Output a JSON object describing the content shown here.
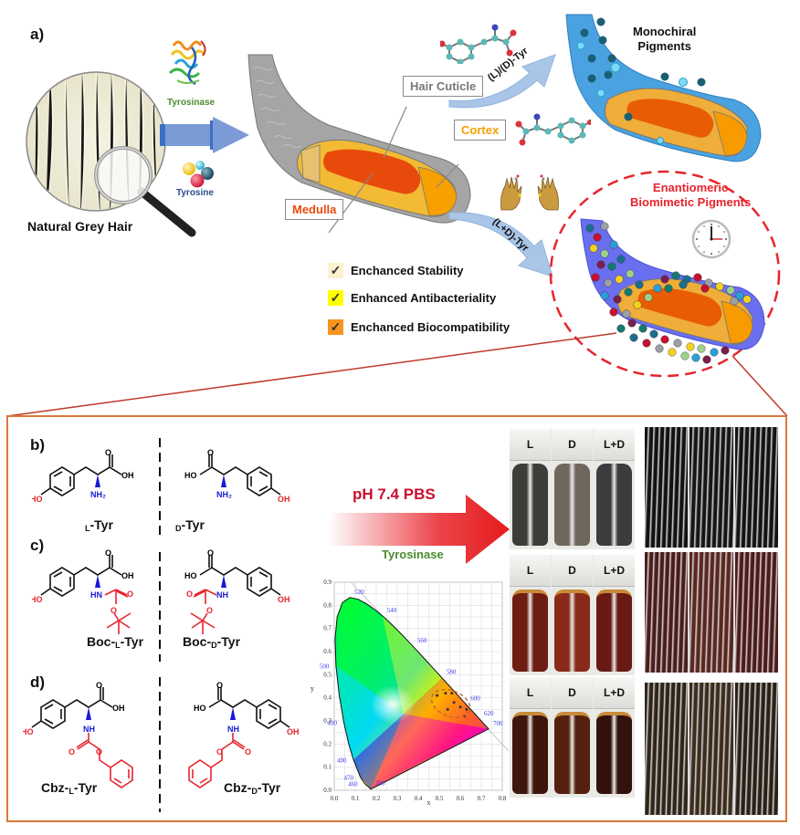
{
  "panels": {
    "a": {
      "label": "a)",
      "grey_hair_label": "Natural Grey Hair",
      "enzyme_label": "Tyrosinase",
      "substrate_label": "Tyrosine",
      "structure_labels": {
        "cuticle": "Hair Cuticle",
        "cortex": "Cortex",
        "medulla": "Medulla"
      },
      "pathway_mono": "(L)/(D)-Tyr",
      "pathway_racemic": "(L+D)-Tyr",
      "mono_title_line1": "Monochiral",
      "mono_title_line2": "Pigments",
      "enantio_title_line1": "Enantiomeric",
      "enantio_title_line2": "Biomimetic Pigments",
      "benefits": [
        {
          "label": "Enchanced Stability",
          "box_color": "#fdf1cf"
        },
        {
          "label": "Enhanced Antibacteriality",
          "box_color": "#ffff00"
        },
        {
          "label": "Enchanced Biocompatibility",
          "box_color": "#f7941d"
        }
      ]
    },
    "b": {
      "label": "b)",
      "left_mol": {
        "prefix": "",
        "sub": "L",
        "suffix": "-Tyr"
      },
      "right_mol": {
        "prefix": "",
        "sub": "D",
        "suffix": "-Tyr"
      }
    },
    "c": {
      "label": "c)",
      "left_mol": {
        "prefix": "Boc-",
        "sub": "L",
        "suffix": "-Tyr"
      },
      "right_mol": {
        "prefix": "Boc-",
        "sub": "D",
        "suffix": "-Tyr"
      }
    },
    "d": {
      "label": "d)",
      "left_mol": {
        "prefix": "Cbz-",
        "sub": "L",
        "suffix": "-Tyr"
      },
      "right_mol": {
        "prefix": "Cbz-",
        "sub": "D",
        "suffix": "-Tyr"
      }
    },
    "reaction": {
      "condition_top": "pH 7.4 PBS",
      "condition_bottom": "Tyrosinase"
    },
    "atoms": {
      "HO": "HO",
      "OH": "OH",
      "O": "O",
      "NH2": "NH₂",
      "HN": "HN",
      "NH": "NH"
    },
    "vials": {
      "labels": [
        "L",
        "D",
        "L+D"
      ],
      "rows": [
        {
          "colors": [
            "#3e3c39",
            "#6f665e",
            "#3a3c3d"
          ]
        },
        {
          "colors": [
            "#6e1d12",
            "#8a2a1a",
            "#6a1a14"
          ]
        },
        {
          "colors": [
            "#3f160c",
            "#55200f",
            "#33120d"
          ]
        }
      ]
    },
    "hair_swatches": {
      "rows": [
        {
          "colors": [
            "#121212",
            "#151616",
            "#131313"
          ]
        },
        {
          "colors": [
            "#4a1c1a",
            "#5a2620",
            "#4c1b19"
          ]
        },
        {
          "colors": [
            "#2e2418",
            "#3b2c1c",
            "#2a2016"
          ]
        }
      ]
    }
  },
  "chart_data": {
    "type": "scatter",
    "title": "CIE 1931 chromaticity diagram",
    "xlabel": "x",
    "ylabel": "y",
    "xlim": [
      0.0,
      0.8
    ],
    "ylim": [
      0.0,
      0.9
    ],
    "xticks": [
      "0.0",
      "0.1",
      "0.2",
      "0.3",
      "0.4",
      "0.5",
      "0.6",
      "0.7",
      "0.8"
    ],
    "yticks": [
      "0.0",
      "0.1",
      "0.2",
      "0.3",
      "0.4",
      "0.5",
      "0.6",
      "0.7",
      "0.8",
      "0.9"
    ],
    "grid": true,
    "wavelength_labels": [
      {
        "nm": "380",
        "x": 0.1741,
        "y": 0.005
      },
      {
        "nm": "460",
        "x": 0.144,
        "y": 0.0297
      },
      {
        "nm": "470",
        "x": 0.1241,
        "y": 0.0578
      },
      {
        "nm": "480",
        "x": 0.0913,
        "y": 0.1327
      },
      {
        "nm": "490",
        "x": 0.0454,
        "y": 0.295
      },
      {
        "nm": "500",
        "x": 0.0082,
        "y": 0.5384
      },
      {
        "nm": "520",
        "x": 0.0743,
        "y": 0.8338
      },
      {
        "nm": "540",
        "x": 0.2296,
        "y": 0.7543
      },
      {
        "nm": "560",
        "x": 0.3731,
        "y": 0.6245
      },
      {
        "nm": "580",
        "x": 0.5125,
        "y": 0.4866
      },
      {
        "nm": "600",
        "x": 0.627,
        "y": 0.3725
      },
      {
        "nm": "620",
        "x": 0.6915,
        "y": 0.3083
      },
      {
        "nm": "700",
        "x": 0.7347,
        "y": 0.2653
      }
    ],
    "series": [
      {
        "name": "pigment samples",
        "points": [
          {
            "x": 0.49,
            "y": 0.41
          },
          {
            "x": 0.53,
            "y": 0.42
          },
          {
            "x": 0.56,
            "y": 0.42
          },
          {
            "x": 0.57,
            "y": 0.38
          },
          {
            "x": 0.6,
            "y": 0.36
          },
          {
            "x": 0.54,
            "y": 0.35
          },
          {
            "x": 0.63,
            "y": 0.35
          },
          {
            "x": 0.62,
            "y": 0.32
          }
        ]
      }
    ],
    "annotations": [
      "dashed ellipse enclosing pigment samples"
    ]
  }
}
